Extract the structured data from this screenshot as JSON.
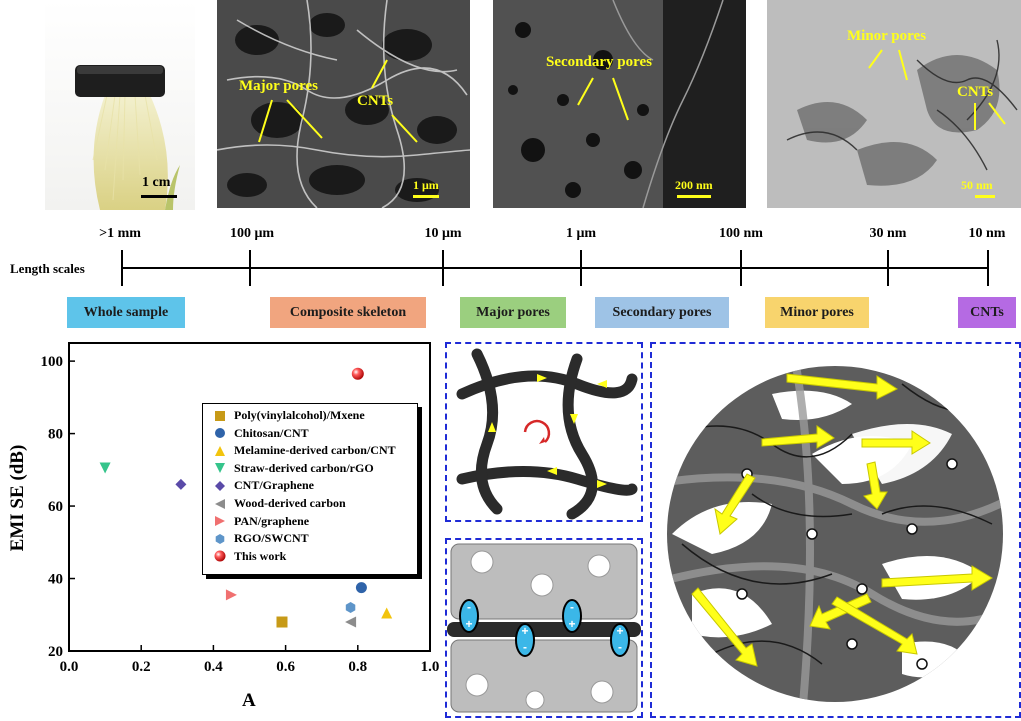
{
  "panels": {
    "photo": {
      "scale": "1 cm"
    },
    "sem1": {
      "labels": [
        "Major pores",
        "CNTs"
      ],
      "scale": "1 μm"
    },
    "sem2": {
      "labels": [
        "Secondary pores"
      ],
      "scale": "200 nm"
    },
    "tem": {
      "labels": [
        "Minor pores",
        "CNTs"
      ],
      "scale": "50 nm"
    }
  },
  "length_scale": {
    "title": "Length scales",
    "ticks": [
      ">1 mm",
      "100 μm",
      "10 μm",
      "1 μm",
      "100 nm",
      "30 nm",
      "10 nm"
    ],
    "categories": [
      "Whole sample",
      "Composite skeleton",
      "Major pores",
      "Secondary pores",
      "Minor pores",
      "CNTs"
    ],
    "colors": [
      "#5ec4ea",
      "#f1a57f",
      "#9bcf7f",
      "#9ec3e6",
      "#f8d46d",
      "#b56ae3"
    ]
  },
  "chart_data": {
    "type": "scatter",
    "xlabel": "A",
    "ylabel": "EMI SE (dB)",
    "xlim": [
      0.0,
      1.0
    ],
    "ylim": [
      20,
      105
    ],
    "xticks": [
      "0.0",
      "0.2",
      "0.4",
      "0.6",
      "0.8",
      "1.0"
    ],
    "yticks": [
      "20",
      "40",
      "60",
      "80",
      "100"
    ],
    "legend_position": "right",
    "series": [
      {
        "name": "Poly(vinylalcohol)/Mxene",
        "marker": "square",
        "color": "#c79a17",
        "x": [
          0.59
        ],
        "y": [
          28
        ]
      },
      {
        "name": "Chitosan/CNT",
        "marker": "circle",
        "color": "#2f63a9",
        "x": [
          0.81
        ],
        "y": [
          37.5
        ]
      },
      {
        "name": "Melamine-derived carbon/CNT",
        "marker": "triangle-up",
        "color": "#f2c40d",
        "x": [
          0.88
        ],
        "y": [
          30.5
        ]
      },
      {
        "name": "Straw-derived carbon/rGO",
        "marker": "triangle-down",
        "color": "#35c48b",
        "x": [
          0.1
        ],
        "y": [
          70.5
        ]
      },
      {
        "name": "CNT/Graphene",
        "marker": "diamond",
        "color": "#5a4aa8",
        "x": [
          0.31
        ],
        "y": [
          66
        ]
      },
      {
        "name": "Wood-derived carbon",
        "marker": "triangle-left",
        "color": "#8c8c8c",
        "x": [
          0.78
        ],
        "y": [
          28
        ]
      },
      {
        "name": "PAN/graphene",
        "marker": "triangle-right",
        "color": "#f07070",
        "x": [
          0.45
        ],
        "y": [
          35.5
        ]
      },
      {
        "name": "RGO/SWCNT",
        "marker": "hexagon",
        "color": "#5e95c9",
        "x": [
          0.78
        ],
        "y": [
          32
        ]
      },
      {
        "name": "This work",
        "marker": "sphere",
        "color": "#e02020",
        "x": [
          0.8
        ],
        "y": [
          96.5
        ]
      }
    ]
  }
}
